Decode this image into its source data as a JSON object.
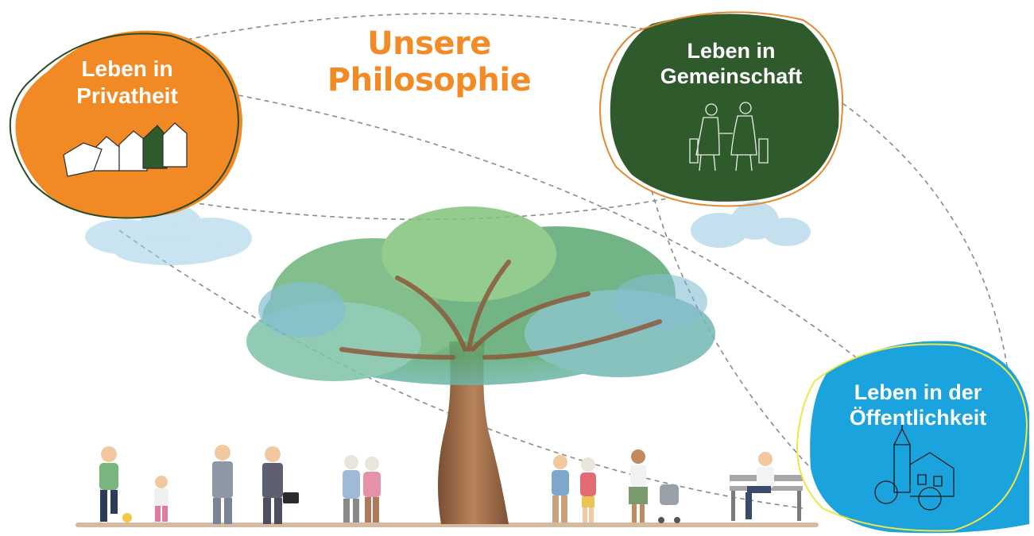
{
  "title": "Unsere Philosophie",
  "colors": {
    "title": "#f28a26",
    "privat": "#f18a24",
    "gemeinschaft": "#2e5a2c",
    "oeffentlichkeit": "#1aa3dc",
    "outline_dark": "#2a4a25",
    "outline_orange": "#e28a33",
    "outline_yellow": "#f2e54a",
    "connector": "#888888",
    "tree_leaf": "#63b06f",
    "trunk": "#9a6a49",
    "ground": "#c9a98a",
    "cloud": "#8ec4e0"
  },
  "bubbles": [
    {
      "id": "privat",
      "line1": "Leben in",
      "line2": "Privatheit",
      "icon": "houses-icon"
    },
    {
      "id": "gemeinschaft",
      "line1": "Leben in",
      "line2": "Gemeinschaft",
      "icon": "elderly-couple-icon"
    },
    {
      "id": "oeffentlichkeit",
      "line1": "Leben in der",
      "line2": "Öffentlichkeit",
      "icon": "church-town-icon"
    }
  ]
}
